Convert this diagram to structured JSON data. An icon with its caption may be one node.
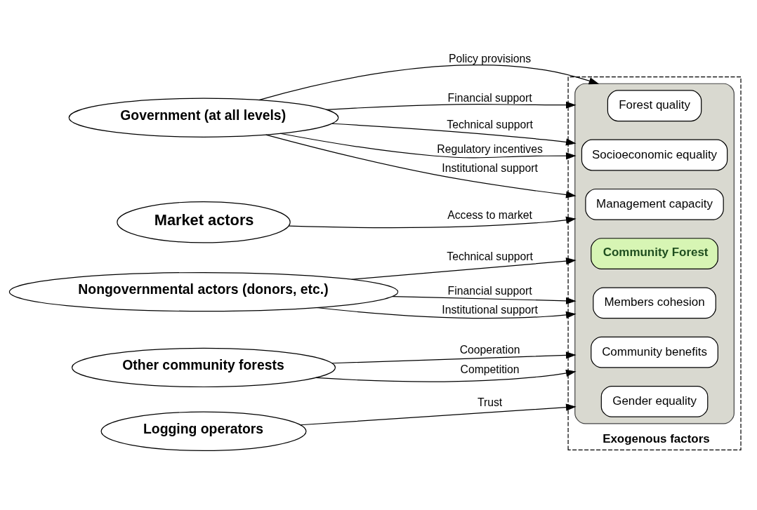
{
  "diagram": {
    "nodes": [
      {
        "text": [
          "Government (at all levels)"
        ]
      },
      {
        "text": [
          "Market actors"
        ]
      },
      {
        "text": [
          "Nongovernmental actors (donors, etc.)"
        ]
      },
      {
        "text": [
          "Other community forests"
        ]
      },
      {
        "text": [
          "Logging operators"
        ]
      },
      {
        "text": [
          "Exogenous factors"
        ]
      },
      {
        "text": [],
        "shape": "ellipse",
        "in": 5
      },
      {
        "text": [
          "Forest quality"
        ],
        "in": 6
      },
      {
        "text": [
          "Socioeconomic equality"
        ],
        "in": 6
      },
      {
        "text": [
          "Management capacity"
        ],
        "in": 6
      },
      {
        "text": [
          "Community Forest"
        ],
        "in": 6
      },
      {
        "text": [
          "Members cohesion"
        ],
        "in": 6
      },
      {
        "text": [
          "Community benefits"
        ],
        "in": 6
      },
      {
        "text": [
          "Gender equality"
        ],
        "in": 6
      }
    ],
    "edges": [
      {
        "from": 0,
        "to": 6,
        "arrow": "to",
        "label": "Policy provisions"
      },
      {
        "from": 0,
        "to": 6,
        "arrow": "to",
        "label": "Financial support"
      },
      {
        "from": 0,
        "to": 6,
        "arrow": "to",
        "label": "Technical support"
      },
      {
        "from": 0,
        "to": 6,
        "arrow": "to",
        "label": "Regulatory incentives"
      },
      {
        "from": 0,
        "to": 6,
        "arrow": "to",
        "label": "Institutional support"
      },
      {
        "from": 1,
        "to": 6,
        "arrow": "to",
        "label": "Access to market"
      },
      {
        "from": 2,
        "to": 6,
        "arrow": "to",
        "label": "Technical support"
      },
      {
        "from": 2,
        "to": 6,
        "arrow": "to",
        "label": "Financial support"
      },
      {
        "from": 2,
        "to": 6,
        "arrow": "to",
        "label": "Institutional support"
      },
      {
        "from": 3,
        "to": 6,
        "arrow": "to",
        "label": "Cooperation"
      },
      {
        "from": 3,
        "to": 6,
        "arrow": "to",
        "label": "Competition"
      },
      {
        "from": 4,
        "to": 6,
        "arrow": "to",
        "label": "Trust"
      }
    ]
  }
}
